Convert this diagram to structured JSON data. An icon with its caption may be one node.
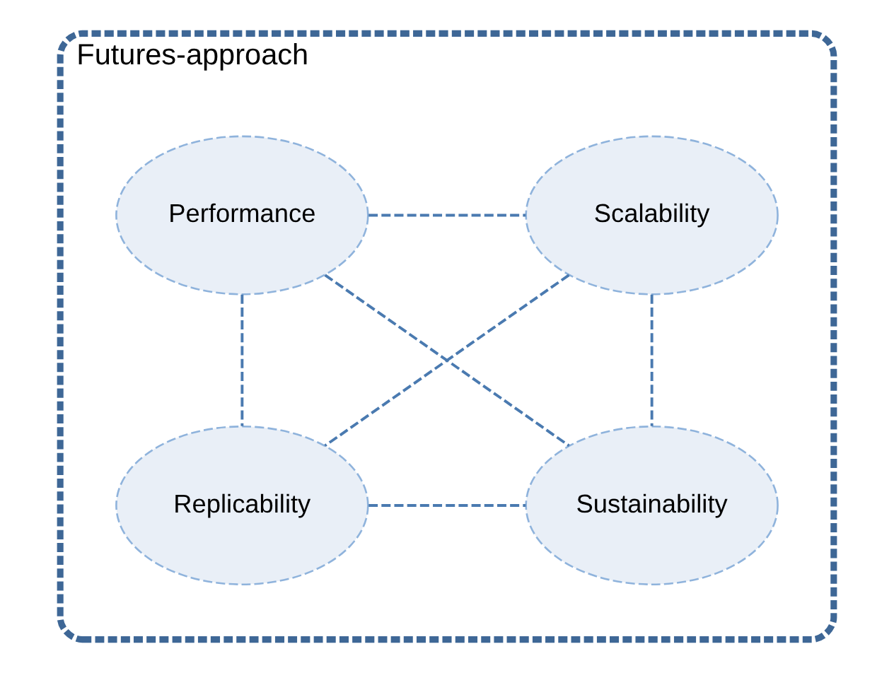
{
  "diagram": {
    "nodes": [
      {
        "text": [
          "Futures-approach"
        ]
      },
      {
        "text": [
          "Performance"
        ],
        "in": 0
      },
      {
        "text": [
          "Scalability"
        ],
        "in": 0
      },
      {
        "text": [
          "Replicability"
        ],
        "in": 0
      },
      {
        "text": [
          "Sustainability"
        ],
        "in": 0
      }
    ],
    "edges": [
      {
        "from": 1,
        "to": 2,
        "arrow": "none",
        "style": "dashed"
      },
      {
        "from": 1,
        "to": 3,
        "arrow": "none",
        "style": "dashed"
      },
      {
        "from": 1,
        "to": 4,
        "arrow": "none",
        "style": "dashed"
      },
      {
        "from": 2,
        "to": 3,
        "arrow": "none",
        "style": "dashed"
      },
      {
        "from": 2,
        "to": 4,
        "arrow": "none",
        "style": "dashed"
      },
      {
        "from": 3,
        "to": 4,
        "arrow": "none",
        "style": "dashed"
      }
    ]
  }
}
